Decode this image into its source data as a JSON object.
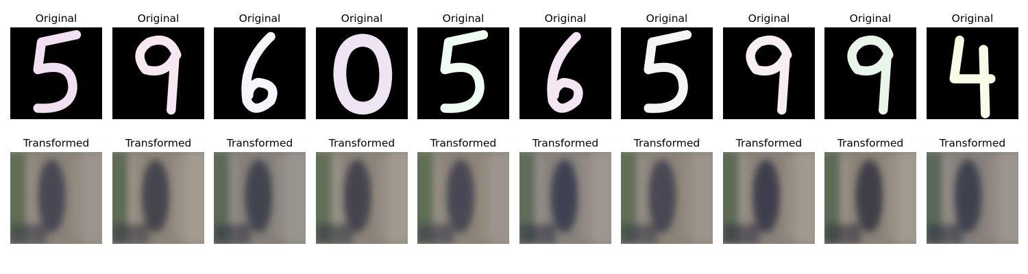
{
  "figure": {
    "rows": [
      {
        "title": "Original",
        "panels": [
          {
            "digit": "5",
            "ink_color": "#f3dff2",
            "background": "#000000"
          },
          {
            "digit": "9",
            "ink_color": "#f6e7f2",
            "background": "#000000"
          },
          {
            "digit": "6",
            "ink_color": "#f7f4fb",
            "background": "#000000"
          },
          {
            "digit": "0",
            "ink_color": "#efe4f4",
            "background": "#000000"
          },
          {
            "digit": "5",
            "ink_color": "#eefcf2",
            "background": "#000000"
          },
          {
            "digit": "6",
            "ink_color": "#f4e6f3",
            "background": "#000000"
          },
          {
            "digit": "5",
            "ink_color": "#f5f4f7",
            "background": "#000000"
          },
          {
            "digit": "9",
            "ink_color": "#f6eef2",
            "background": "#000000"
          },
          {
            "digit": "9",
            "ink_color": "#eaf5ea",
            "background": "#000000"
          },
          {
            "digit": "4",
            "ink_color": "#fafbe6",
            "background": "#000000"
          }
        ]
      },
      {
        "title": "Transformed",
        "panels": [
          {
            "subject": "blurry-figure",
            "palette": [
              "#5f6e55",
              "#8a8378",
              "#3c3d4c",
              "#9b948c"
            ]
          },
          {
            "subject": "blurry-figure",
            "palette": [
              "#5d6a55",
              "#8d857a",
              "#3a3a47",
              "#a29b90"
            ]
          },
          {
            "subject": "blurry-figure",
            "palette": [
              "#5b6957",
              "#857f78",
              "#363848",
              "#9a948f"
            ]
          },
          {
            "subject": "blurry-figure",
            "palette": [
              "#627057",
              "#8a8379",
              "#393a46",
              "#a09a90"
            ]
          },
          {
            "subject": "blurry-figure",
            "palette": [
              "#5f6e55",
              "#8a8378",
              "#3c3d4c",
              "#9b948c"
            ]
          },
          {
            "subject": "blurry-figure",
            "palette": [
              "#5e6c58",
              "#88827b",
              "#33364a",
              "#9c968f"
            ]
          },
          {
            "subject": "blurry-figure",
            "palette": [
              "#5f6e55",
              "#8a8378",
              "#3c3d4c",
              "#9b948c"
            ]
          },
          {
            "subject": "blurry-figure",
            "palette": [
              "#5c6a57",
              "#8a8279",
              "#343444",
              "#a09a90"
            ]
          },
          {
            "subject": "blurry-figure",
            "palette": [
              "#5c6a56",
              "#8b8378",
              "#343441",
              "#a19a8f"
            ]
          },
          {
            "subject": "blurry-figure",
            "palette": [
              "#5a6858",
              "#86807a",
              "#333648",
              "#9b958f"
            ]
          }
        ]
      }
    ]
  }
}
